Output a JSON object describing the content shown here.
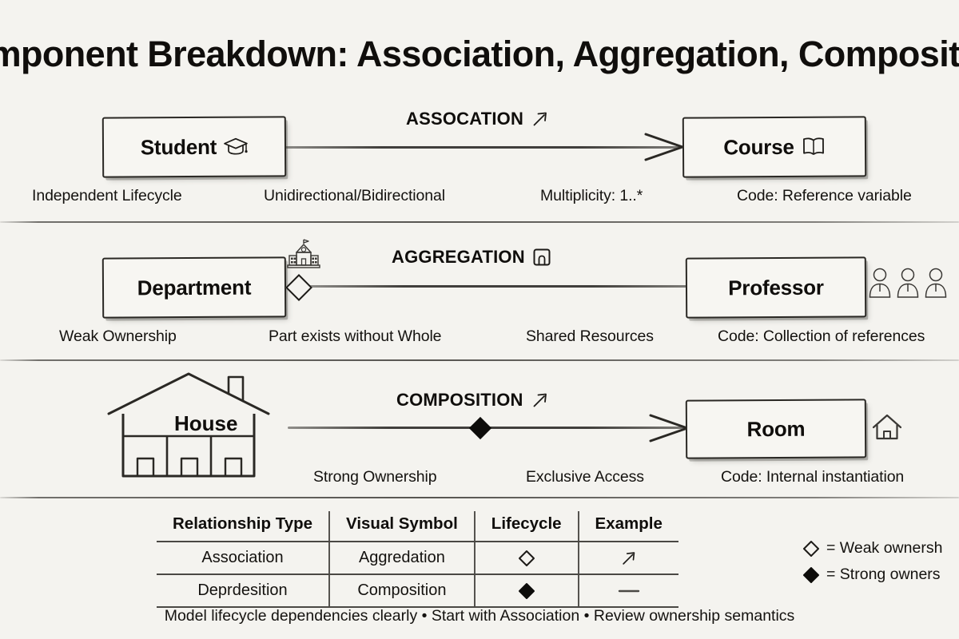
{
  "title": "omponent Breakdown: Association, Aggregation, Compositio",
  "colors": {
    "background": "#f4f3ef",
    "ink": "#14120f",
    "line": "#2d2b28",
    "box_fill": "#f7f6f2"
  },
  "sections": [
    {
      "id": "association",
      "relationship_label": "ASSOCATION",
      "relationship_icon": "diagonal-arrow-icon",
      "left_box": {
        "label": "Student",
        "icon": "graduation-cap-icon"
      },
      "right_box": {
        "label": "Course",
        "icon": "open-book-icon"
      },
      "connector_symbol": "none",
      "arrowhead": "open-arrow",
      "captions": [
        "Independent Lifecycle",
        "Unidirectional/Bidirectional",
        "Multiplicity: 1..*",
        "Code: Reference variable"
      ]
    },
    {
      "id": "aggregation",
      "relationship_label": "AGGREGATION",
      "relationship_icon": "door-square-icon",
      "left_box": {
        "label": "Department",
        "icon": "school-building-icon"
      },
      "right_box": {
        "label": "Professor",
        "icon": "three-people-icon"
      },
      "connector_symbol": "hollow-diamond",
      "arrowhead": "none",
      "captions": [
        "Weak Ownership",
        "Part exists without Whole",
        "Shared Resources",
        "Code: Collection of references"
      ]
    },
    {
      "id": "composition",
      "relationship_label": "COMPOSITION",
      "relationship_icon": "diagonal-arrow-icon",
      "left_box": {
        "label": "House",
        "icon": "house-outline-shape"
      },
      "right_box": {
        "label": "Room",
        "icon": "home-icon"
      },
      "connector_symbol": "filled-diamond",
      "arrowhead": "open-arrow",
      "captions": [
        "Strong Ownership",
        "Exclusive Access",
        "Code: Internal instantiation"
      ]
    }
  ],
  "summary_table": {
    "headers": [
      "Relationship Type",
      "Visual Symbol",
      "Lifecycle",
      "Example"
    ],
    "rows": [
      {
        "type": "Association",
        "symbol": "Aggredation",
        "lifecycle_icon": "hollow-diamond-icon",
        "example_icon": "diagonal-arrow-icon"
      },
      {
        "type": "Deprdesition",
        "symbol": "Composition",
        "lifecycle_icon": "filled-diamond-icon",
        "example_icon": "dash-icon"
      }
    ]
  },
  "legend": [
    {
      "symbol": "hollow-diamond-icon",
      "text": "= Weak ownersh"
    },
    {
      "symbol": "filled-diamond-icon",
      "text": "= Strong owners"
    }
  ],
  "footer": "Model lifecycle dependencies clearly • Start with Association • Review ownership semantics"
}
